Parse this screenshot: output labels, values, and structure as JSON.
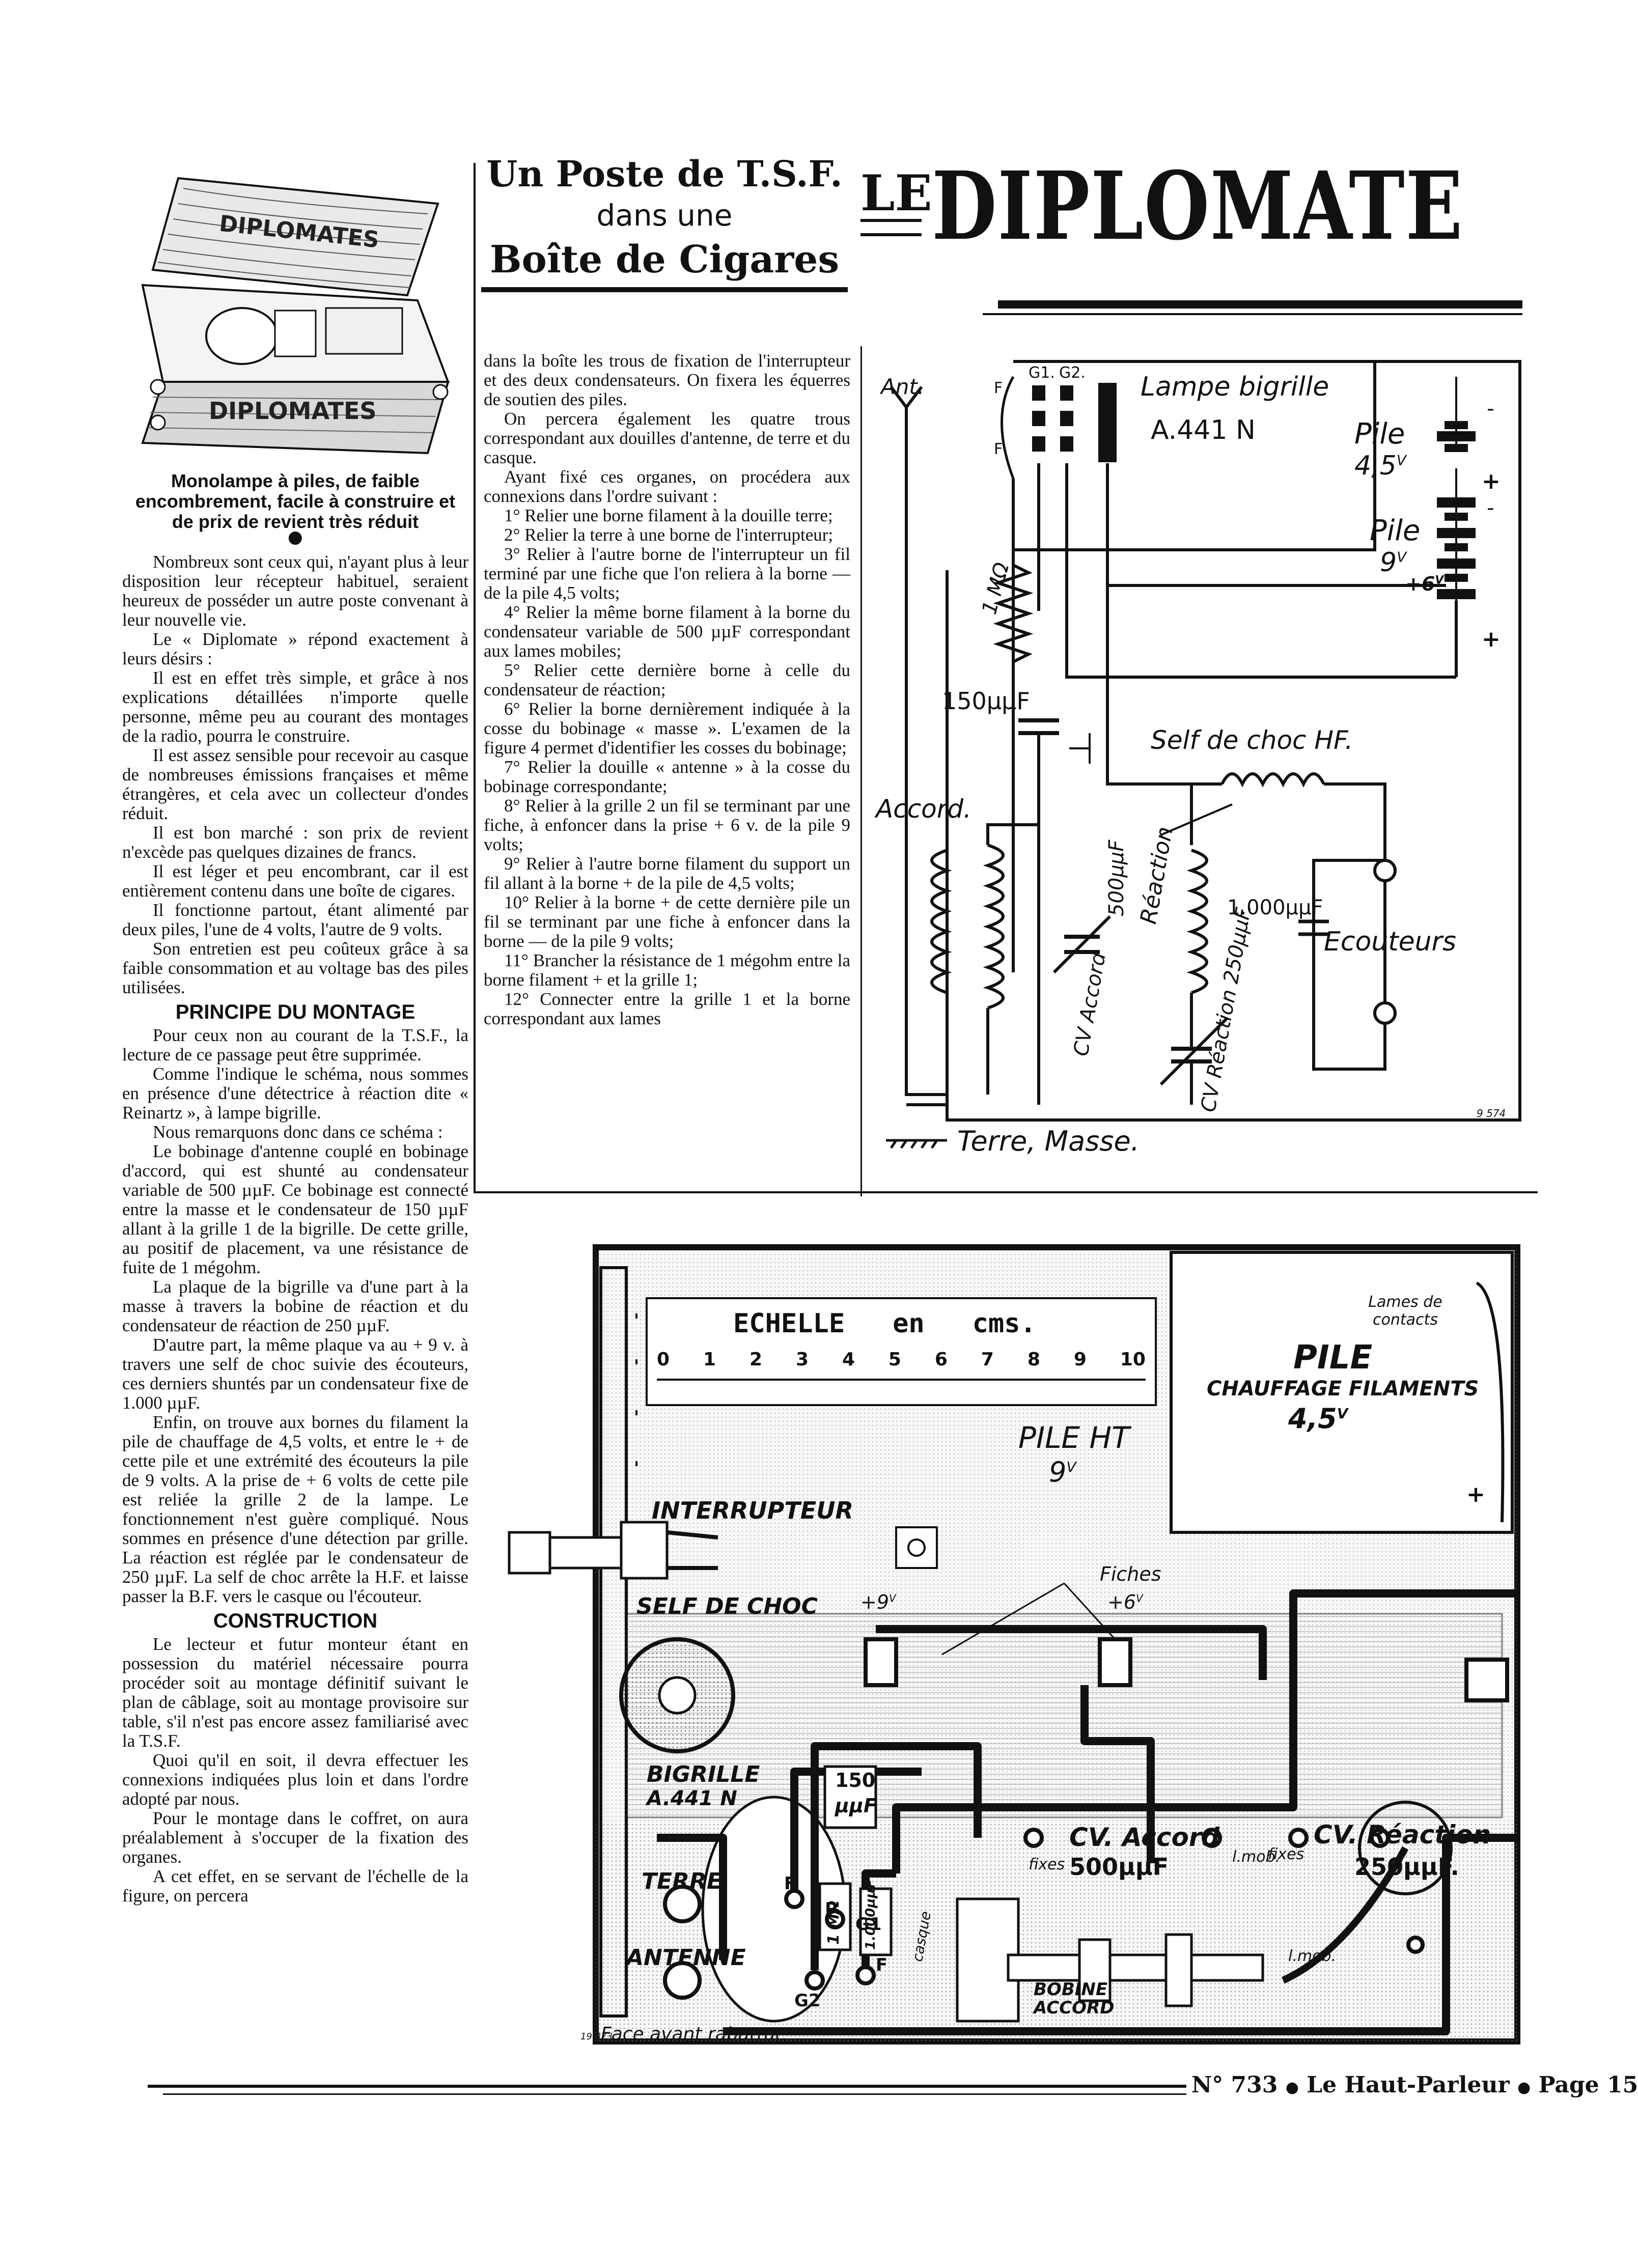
{
  "header": {
    "kicker_line1": "Un Poste de T.S.F.",
    "kicker_line2": "dans une",
    "kicker_line3": "Boîte de Cigares",
    "title_le": "LE",
    "title_main": "DIPLOMATE"
  },
  "photo": {
    "box_label": "DIPLOMATES",
    "front_label": "DIPLOMATES",
    "caption": "Monolampe à piles, de faible encombrement, facile à construire et de prix de revient très réduit"
  },
  "col1": {
    "bullet": "●",
    "intro_paragraphs": [
      "Nombreux sont ceux qui, n'ayant plus à leur disposition leur récepteur habituel, seraient heureux de posséder un autre poste convenant à leur nouvelle vie.",
      "Le « Diplomate » répond exactement à leurs désirs :",
      "Il est en effet très simple, et grâce à nos explications détaillées n'importe quelle personne, même peu au courant des montages de la radio, pourra le construire.",
      "Il est assez sensible pour recevoir au casque de nombreuses émissions françaises et même étrangères, et cela avec un collecteur d'ondes réduit.",
      "Il est bon marché : son prix de revient n'excède pas quelques dizaines de francs.",
      "Il est léger et peu encombrant, car il est entièrement contenu dans une boîte de cigares.",
      "Il fonctionne partout, étant alimenté par deux piles, l'une de 4 volts, l'autre de 9 volts.",
      "Son entretien est peu coûteux grâce à sa faible consommation et au voltage bas des piles utilisées."
    ],
    "heading_principe": "PRINCIPE DU MONTAGE",
    "principe_paragraphs": [
      "Pour ceux non au courant de la T.S.F., la lecture de ce passage peut être supprimée.",
      "Comme l'indique le schéma, nous sommes en présence d'une détectrice à réaction dite « Reinartz », à lampe bigrille.",
      "Nous remarquons donc dans ce schéma :",
      "Le bobinage d'antenne couplé en bobinage d'accord, qui est shunté au condensateur variable de 500 µµF. Ce bobinage est connecté entre la masse et le condensateur de 150 µµF allant à la grille 1 de la bigrille. De cette grille, au positif de placement, va une résistance de fuite de 1 mégohm.",
      "La plaque de la bigrille va d'une part à la masse à travers la bobine de réaction et du condensateur de réaction de 250 µµF.",
      "D'autre part, la même plaque va au + 9 v. à travers une self de choc suivie des écouteurs, ces derniers shuntés par un condensateur fixe de 1.000 µµF.",
      "Enfin, on trouve aux bornes du filament la pile de chauffage de 4,5 volts, et entre le + de cette pile et une extrémité des écouteurs la pile de 9 volts. A la prise de + 6 volts de cette pile est reliée la grille 2 de la lampe. Le fonctionnement n'est guère compliqué. Nous sommes en présence d'une détection par grille. La réaction est réglée par le condensateur de 250 µµF. La self de choc arrête la H.F. et laisse passer la B.F. vers le casque ou l'écouteur."
    ],
    "heading_construction": "CONSTRUCTION",
    "construction_paragraphs": [
      "Le lecteur et futur monteur étant en possession du matériel nécessaire pourra procéder soit au montage définitif suivant le plan de câblage, soit au montage provisoire sur table, s'il n'est pas encore assez familiarisé avec la T.S.F.",
      "Quoi qu'il en soit, il devra effectuer les connexions indiquées plus loin et dans l'ordre adopté par nous.",
      "Pour le montage dans le coffret, on aura préalablement à s'occuper de la fixation des organes.",
      "A cet effet, en se servant de l'échelle de la figure, on percera"
    ]
  },
  "col2": {
    "paragraphs": [
      "dans la boîte les trous de fixation de l'interrupteur et des deux condensateurs. On fixera les équerres de soutien des piles.",
      "On percera également les quatre trous correspondant aux douilles d'antenne, de terre et du casque.",
      "Ayant fixé ces organes, on procédera aux connexions dans l'ordre suivant :"
    ],
    "steps": [
      "1° Relier une borne filament à la douille terre;",
      "2° Relier la terre à une borne de l'interrupteur;",
      "3° Relier à l'autre borne de l'interrupteur un fil terminé par une fiche que l'on reliera à la borne — de la pile 4,5 volts;",
      "4° Relier la même borne filament à la borne du condensateur variable de 500 µµF correspondant aux lames mobiles;",
      "5° Relier cette dernière borne à celle du condensateur de réaction;",
      "6° Relier la borne dernièrement indiquée à la cosse du bobinage « masse ». L'examen de la figure 4 permet d'identifier les cosses du bobinage;",
      "7° Relier la douille « antenne » à la cosse du bobinage correspondante;",
      "8° Relier à la grille 2 un fil se terminant par une fiche, à enfoncer dans la prise + 6 v. de la pile 9 volts;",
      "9° Relier à l'autre borne filament du support un fil allant à la borne + de la pile de 4,5 volts;",
      "10° Relier à la borne + de cette dernière pile un fil se terminant par une fiche à enfoncer dans la borne — de la pile 9 volts;",
      "11° Brancher la résistance de 1 mégohm entre la borne filament + et la grille 1;",
      "12° Connecter entre la grille 1 et la borne correspondant aux lames"
    ]
  },
  "schematic": {
    "ant": "Ant.",
    "f_top": "F",
    "f_bottom": "F",
    "g1": "G1.",
    "g2": "G2.",
    "lampe": "Lampe bigrille",
    "lampe_ref": "A.441 N",
    "minus": "-",
    "plus": "+",
    "pile1": "Pile",
    "pile1_v": "4,5",
    "pile1_unit": "V",
    "pile2": "Pile",
    "pile2_v": "9",
    "pile2_unit": "V",
    "plus6": "+6",
    "plus6_unit": "V",
    "resistance": "1 MΩ",
    "c150": "150µµF",
    "self": "Self de choc HF.",
    "accord": "Accord.",
    "c500": "500µµF",
    "reaction": "Réaction",
    "c1000": "1.000µµF",
    "ecouteurs": "Ecouteurs",
    "cv_accord": "CV Accord",
    "cv_reaction": "CV Réaction 250µµF.",
    "terre": "Terre, Masse.",
    "ref": "9 574"
  },
  "layout_drawing": {
    "echelle_title": "ECHELLE   en   cms.",
    "scale_numbers": [
      "0",
      "1",
      "2",
      "3",
      "4",
      "5",
      "6",
      "7",
      "8",
      "9",
      "10"
    ],
    "lames": "Lames de contacts",
    "pile_chauffage": "PILE",
    "pile_chauffage_sub": "CHAUFFAGE FILAMENTS",
    "pile_chauffage_v": "4,5",
    "pile_chauffage_unit": "V",
    "pile_ht": "PILE HT",
    "pile_ht_v": "9",
    "pile_ht_unit": "V",
    "plus": "+",
    "interrupteur": "INTERRUPTEUR",
    "self_de_choc": "SELF DE CHOC",
    "fiches": "Fiches",
    "plus9": "+9",
    "plus6": "+6",
    "volt_unit": "V",
    "c150": "150",
    "c150_unit": "µµF",
    "bigrille": "BIGRILLE",
    "bigrille_ref": "A.441 N",
    "cv_accord": "CV. Accord",
    "cv_accord_val": "500µµF",
    "cv_reaction": "CV. Réaction",
    "cv_reaction_val": "250µµF.",
    "fixes": "fixes",
    "lmob": "l.mob.",
    "terre": "TERRE",
    "antenne": "ANTENNE",
    "f": "F",
    "p": "P",
    "g1": "G1",
    "g2": "G2",
    "r1m": "1 MΩ",
    "c1000": "1.000µµF",
    "casque": "casque",
    "bobine": "BOBINE ACCORD",
    "face": "Face avant rabattue",
    "ref": "19 373"
  },
  "footer": {
    "issue": "N° 733",
    "bullet": "●",
    "magazine": "Le Haut-Parleur",
    "page": "Page 15"
  }
}
